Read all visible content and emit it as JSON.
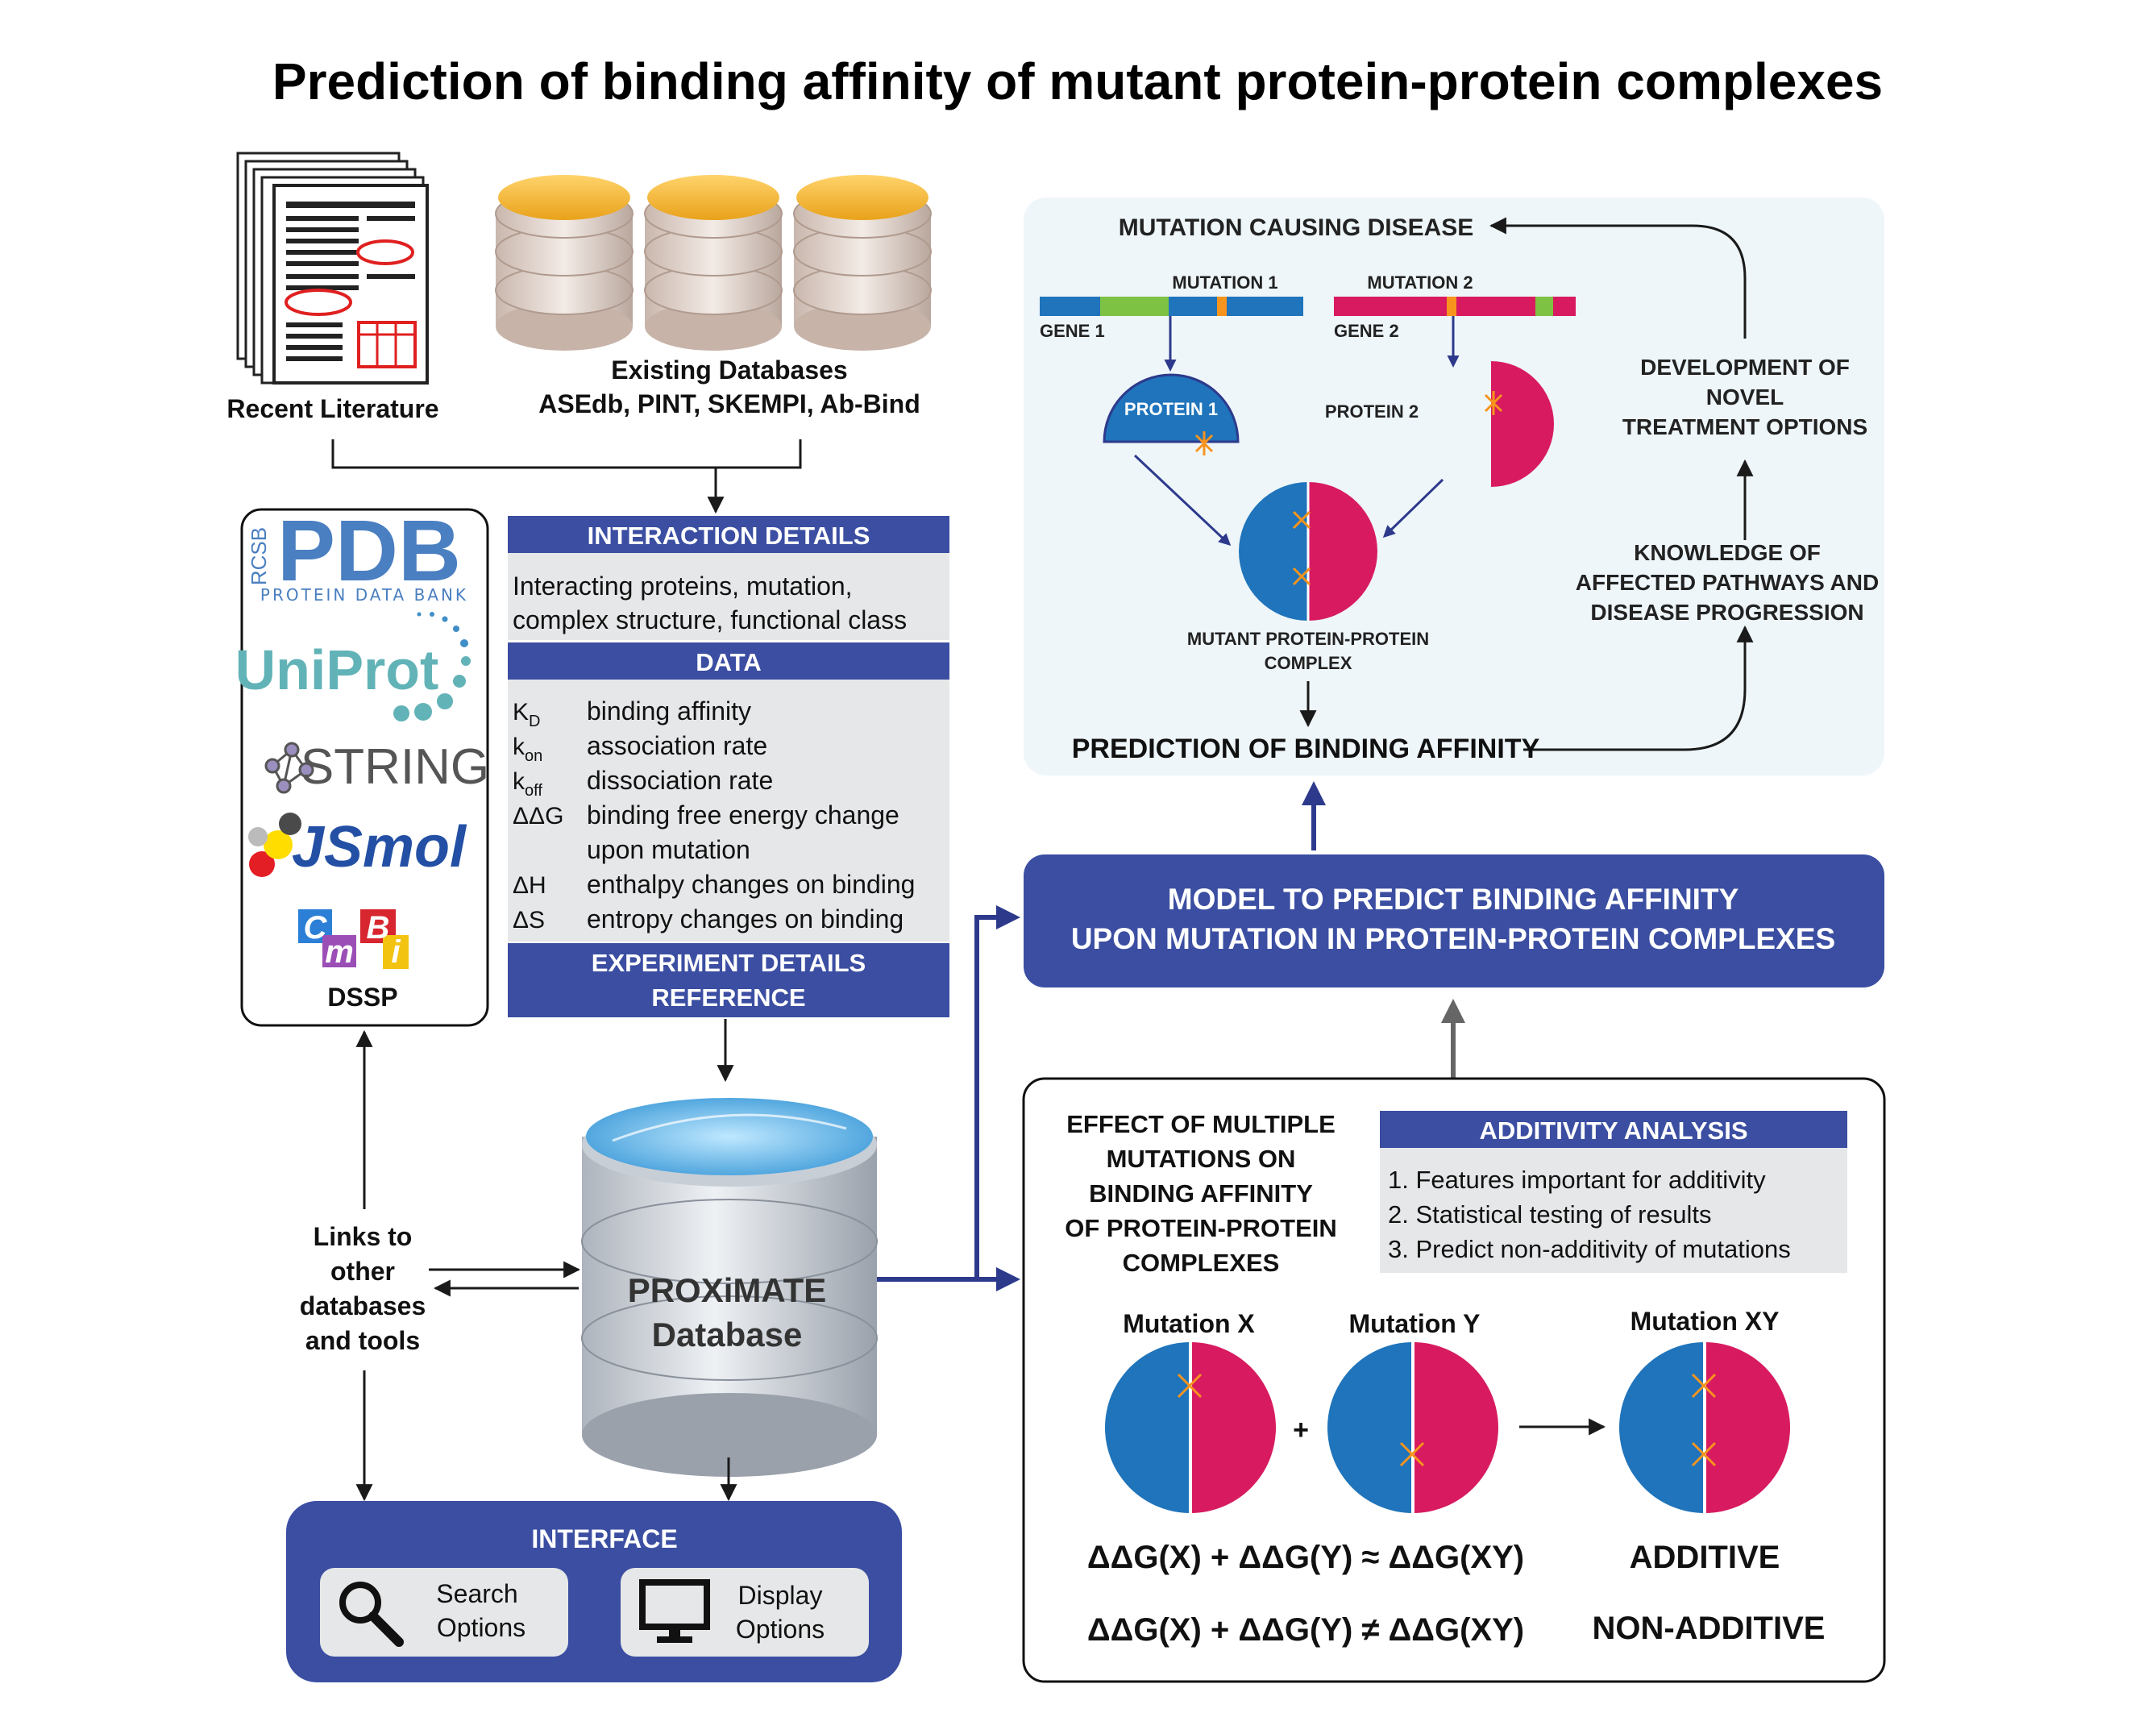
{
  "title": "Prediction of binding affinity of mutant protein-protein complexes",
  "sources": {
    "literature_label": "Recent Literature",
    "databases_label": "Existing Databases",
    "databases_list": "ASEdb, PINT, SKEMPI, Ab-Bind"
  },
  "tools": {
    "pdb": "PDB",
    "pdb_rcsb": "RCSB",
    "pdb_sub": "PROTEIN DATA BANK",
    "uniprot": "UniProt",
    "string": "STRING",
    "jsmol": "JSmol",
    "cmbi_letters": [
      "C",
      "m",
      "B",
      "i"
    ],
    "dssp": "DSSP"
  },
  "details": {
    "interaction_header": "INTERACTION DETAILS",
    "interaction_line1": "Interacting proteins, mutation,",
    "interaction_line2": "complex structure, functional class",
    "data_header": "DATA",
    "data_rows": [
      {
        "sym": "K",
        "sub": "D",
        "desc": "binding affinity"
      },
      {
        "sym": "k",
        "sub": "on",
        "desc": "association rate"
      },
      {
        "sym": "k",
        "sub": "off",
        "desc": "dissociation rate"
      },
      {
        "sym": "ΔΔG",
        "sub": "",
        "desc": "binding free energy change"
      },
      {
        "sym": "",
        "sub": "",
        "desc": "upon mutation"
      },
      {
        "sym": "ΔH",
        "sub": "",
        "desc": "enthalpy changes on binding"
      },
      {
        "sym": "ΔS",
        "sub": "",
        "desc": "entropy changes on binding"
      }
    ],
    "experiment_line1": "EXPERIMENT DETAILS",
    "experiment_line2": "REFERENCE"
  },
  "links": {
    "line1": "Links to",
    "line2": "other",
    "line3": "databases",
    "line4": "and tools"
  },
  "proximate": {
    "line1": "PROXiMATE",
    "line2": "Database"
  },
  "interface": {
    "header": "INTERFACE",
    "search_line1": "Search",
    "search_line2": "Options",
    "display_line1": "Display",
    "display_line2": "Options"
  },
  "disease_panel": {
    "mutation_disease": "MUTATION CAUSING DISEASE",
    "mutation1": "MUTATION 1",
    "mutation2": "MUTATION 2",
    "gene1": "GENE 1",
    "gene2": "GENE 2",
    "protein1": "PROTEIN 1",
    "protein2": "PROTEIN 2",
    "complex_line1": "MUTANT PROTEIN-PROTEIN",
    "complex_line2": "COMPLEX",
    "prediction": "PREDICTION OF BINDING AFFINITY",
    "treatment_line1": "DEVELOPMENT OF",
    "treatment_line2": "NOVEL",
    "treatment_line3": "TREATMENT OPTIONS",
    "knowledge_line1": "KNOWLEDGE OF",
    "knowledge_line2": "AFFECTED PATHWAYS AND",
    "knowledge_line3": "DISEASE PROGRESSION"
  },
  "model": {
    "line1": "MODEL TO PREDICT BINDING AFFINITY",
    "line2": "UPON MUTATION IN PROTEIN-PROTEIN COMPLEXES"
  },
  "additivity_panel": {
    "effect_lines": [
      "EFFECT OF MULTIPLE",
      "MUTATIONS ON",
      "BINDING AFFINITY",
      "OF PROTEIN-PROTEIN",
      "COMPLEXES"
    ],
    "analysis_header": "ADDITIVITY ANALYSIS",
    "analysis_items": [
      "1. Features important for additivity",
      "2. Statistical testing of results",
      "3. Predict non-additivity of mutations"
    ],
    "mut_x": "Mutation X",
    "mut_y": "Mutation Y",
    "mut_xy": "Mutation XY",
    "plus": "+",
    "eq_additive": "ΔΔG(X) + ΔΔG(Y) ≈ ΔΔG(XY)",
    "eq_nonadditive": "ΔΔG(X) + ΔΔG(Y) ≠ ΔΔG(XY)",
    "additive": "ADDITIVE",
    "non_additive": "NON-ADDITIVE"
  },
  "colors": {
    "navy": "#3b4ea2",
    "blue": "#1f74bb",
    "magenta": "#d81b60",
    "green": "#7dc242",
    "orange": "#f7941d",
    "panel_bg": "#eef6fa",
    "gray_box": "#e6e7e8"
  }
}
